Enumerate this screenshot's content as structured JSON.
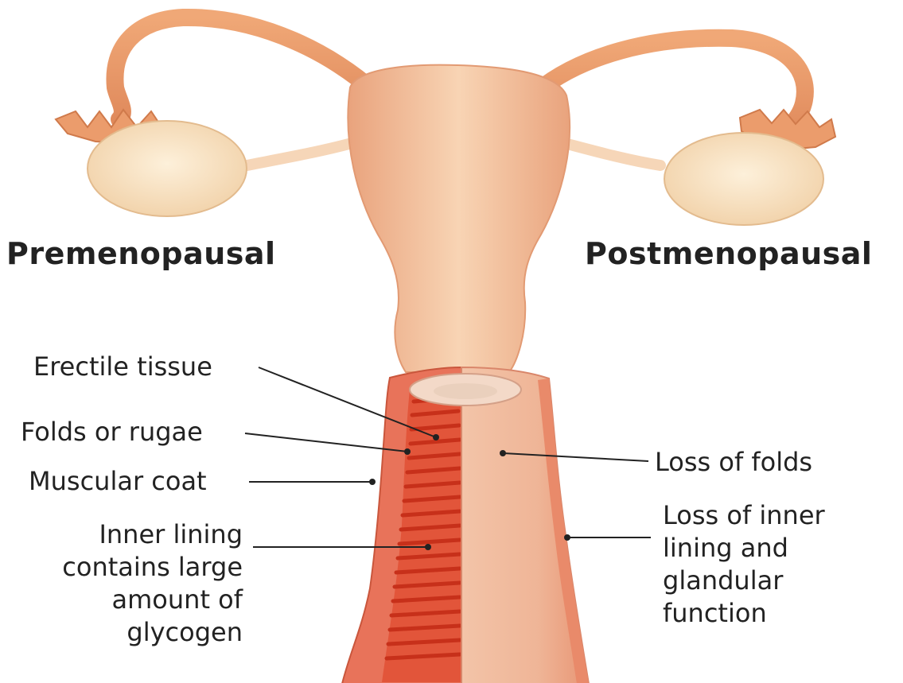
{
  "headings": {
    "left": "Premenopausal",
    "right": "Postmenopausal"
  },
  "left_labels": {
    "erectile_tissue": "Erectile tissue",
    "folds_or_rugae": "Folds or rugae",
    "muscular_coat": "Muscular coat",
    "inner_lining": [
      "Inner lining",
      "contains large",
      "amount of",
      "glycogen"
    ]
  },
  "right_labels": {
    "loss_of_folds": "Loss of folds",
    "loss_of_inner_lining": [
      "Loss of inner",
      "lining and",
      "glandular",
      "function"
    ]
  },
  "colors": {
    "tissue_light": "#f6c9a4",
    "tissue_mid": "#e9a37d",
    "tube": "#e8976a",
    "ovary": "#f8dfbf",
    "muscular": "#e8735a",
    "rugae": "#d63a1f",
    "post_lining": "#f0b9a0",
    "leader_line": "#222222"
  }
}
